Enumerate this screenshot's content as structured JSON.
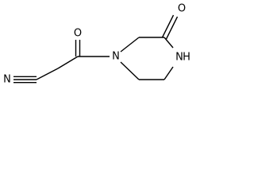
{
  "atoms": {
    "nitrile_n": "N",
    "amide_o": "O",
    "ring_n": "N",
    "lactam_o": "O",
    "nh_n": "N",
    "nh_h": "H"
  }
}
